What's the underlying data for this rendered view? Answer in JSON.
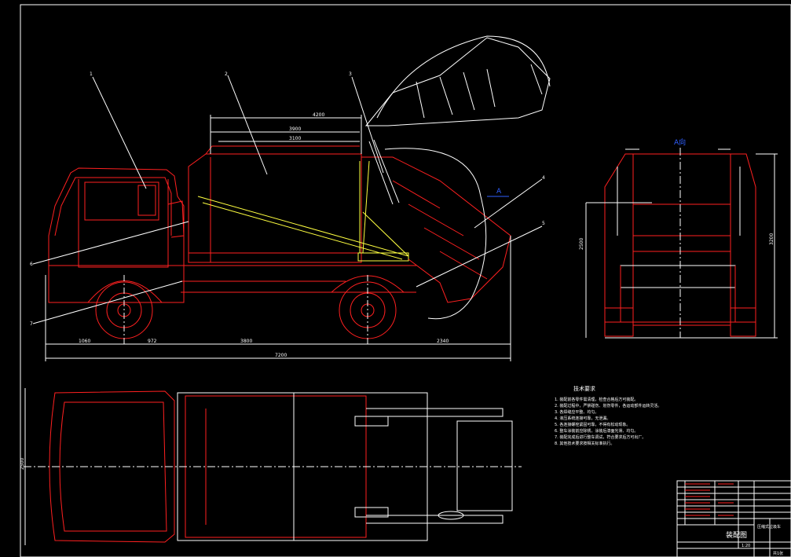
{
  "drawing": {
    "view_label": "A向",
    "section_marker": "A",
    "part_numbers": [
      "1",
      "2",
      "3",
      "4",
      "5",
      "6",
      "7"
    ],
    "dimensions": {
      "overall_length": "7200",
      "body_top": "4200",
      "front_overhang": "1060",
      "wheelbase": "3800",
      "rear_overhang": "2340",
      "cab": "972",
      "top_view_width": "2500",
      "end_view_width": "2500",
      "end_view_height": "3200",
      "inner_1": "3900",
      "inner_2": "3100"
    },
    "tech_requirements": {
      "title": "技术要求",
      "items": [
        "1. 装配前各零件需清理，检查合格后方可装配。",
        "2. 装配过程中，严禁碰伤、划伤零件，各运动部件运转灵活。",
        "3. 各焊缝应平整、均匀。",
        "4. 液压系统连接可靠，无泄漏。",
        "5. 各连接螺栓紧固可靠，不得有松动现象。",
        "6. 整车涂装前应除锈，涂装后漆面光滑、均匀。",
        "7. 装配完成后进行整车调试，符合要求后方可出厂。",
        "8. 其他技术要求按相关标准执行。"
      ]
    },
    "title_block": {
      "drawing_name": "装配图",
      "product_name": "压缩式垃圾车",
      "scale": "1:20",
      "sheet": "共1张"
    }
  }
}
